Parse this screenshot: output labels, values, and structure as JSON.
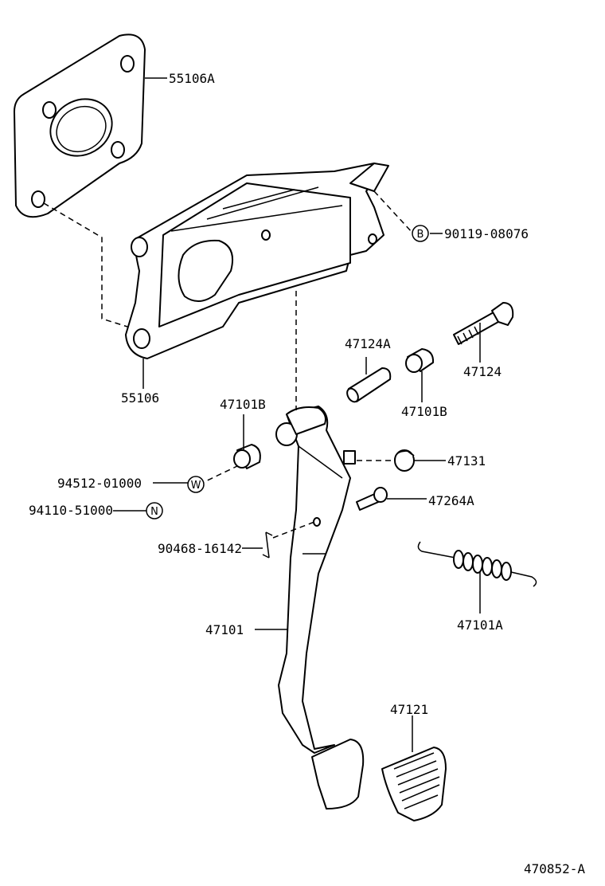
{
  "diagram_id": "470852-A",
  "symbols": {
    "B": "B",
    "W": "W",
    "N": "N"
  },
  "parts": {
    "p55106A": "55106A",
    "p55106": "55106",
    "p90119": "90119-08076",
    "p47124A": "47124A",
    "p47124": "47124",
    "p47101B_left": "47101B",
    "p47101B_right": "47101B",
    "p47131": "47131",
    "p94512": "94512-01000",
    "p94110": "94110-51000",
    "p47264A": "47264A",
    "p90468": "90468-16142",
    "p47101A": "47101A",
    "p47101": "47101",
    "p47121": "47121"
  }
}
